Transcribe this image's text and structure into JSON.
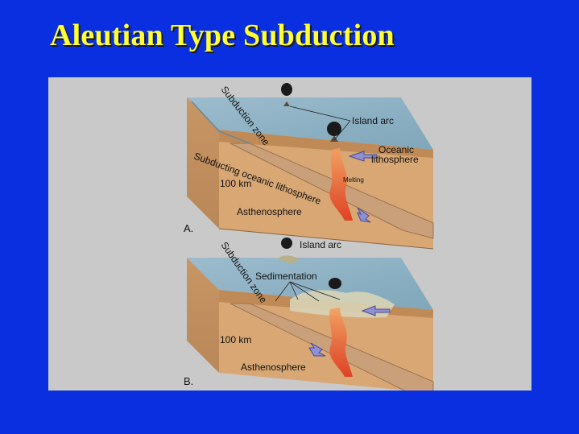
{
  "slide": {
    "title": "Aleutian Type Subduction"
  },
  "diagram": {
    "panel_a": {
      "letter": "A.",
      "subduction_zone": "Subduction zone",
      "island_arc": "Island arc",
      "oceanic": "Oceanic",
      "lithosphere": "lithosphere",
      "subducting_slab": "Subducting oceanic lithosphere",
      "melting": "Melting",
      "depth": "100 km",
      "asthenosphere": "Asthenosphere"
    },
    "panel_b": {
      "letter": "B.",
      "subduction_zone": "Subduction zone",
      "island_arc": "Island arc",
      "sedimentation": "Sedimentation",
      "depth": "100 km",
      "asthenosphere": "Asthenosphere"
    },
    "colors": {
      "slide_background": "#0a2fe0",
      "title": "#ffff33",
      "panel": "#c9c9c9",
      "ocean": "#8fb2c4",
      "crust": "#d7a36f",
      "slab": "#c69c72",
      "magma": "#e03a1e",
      "arrow": "#8f8fd6"
    }
  }
}
